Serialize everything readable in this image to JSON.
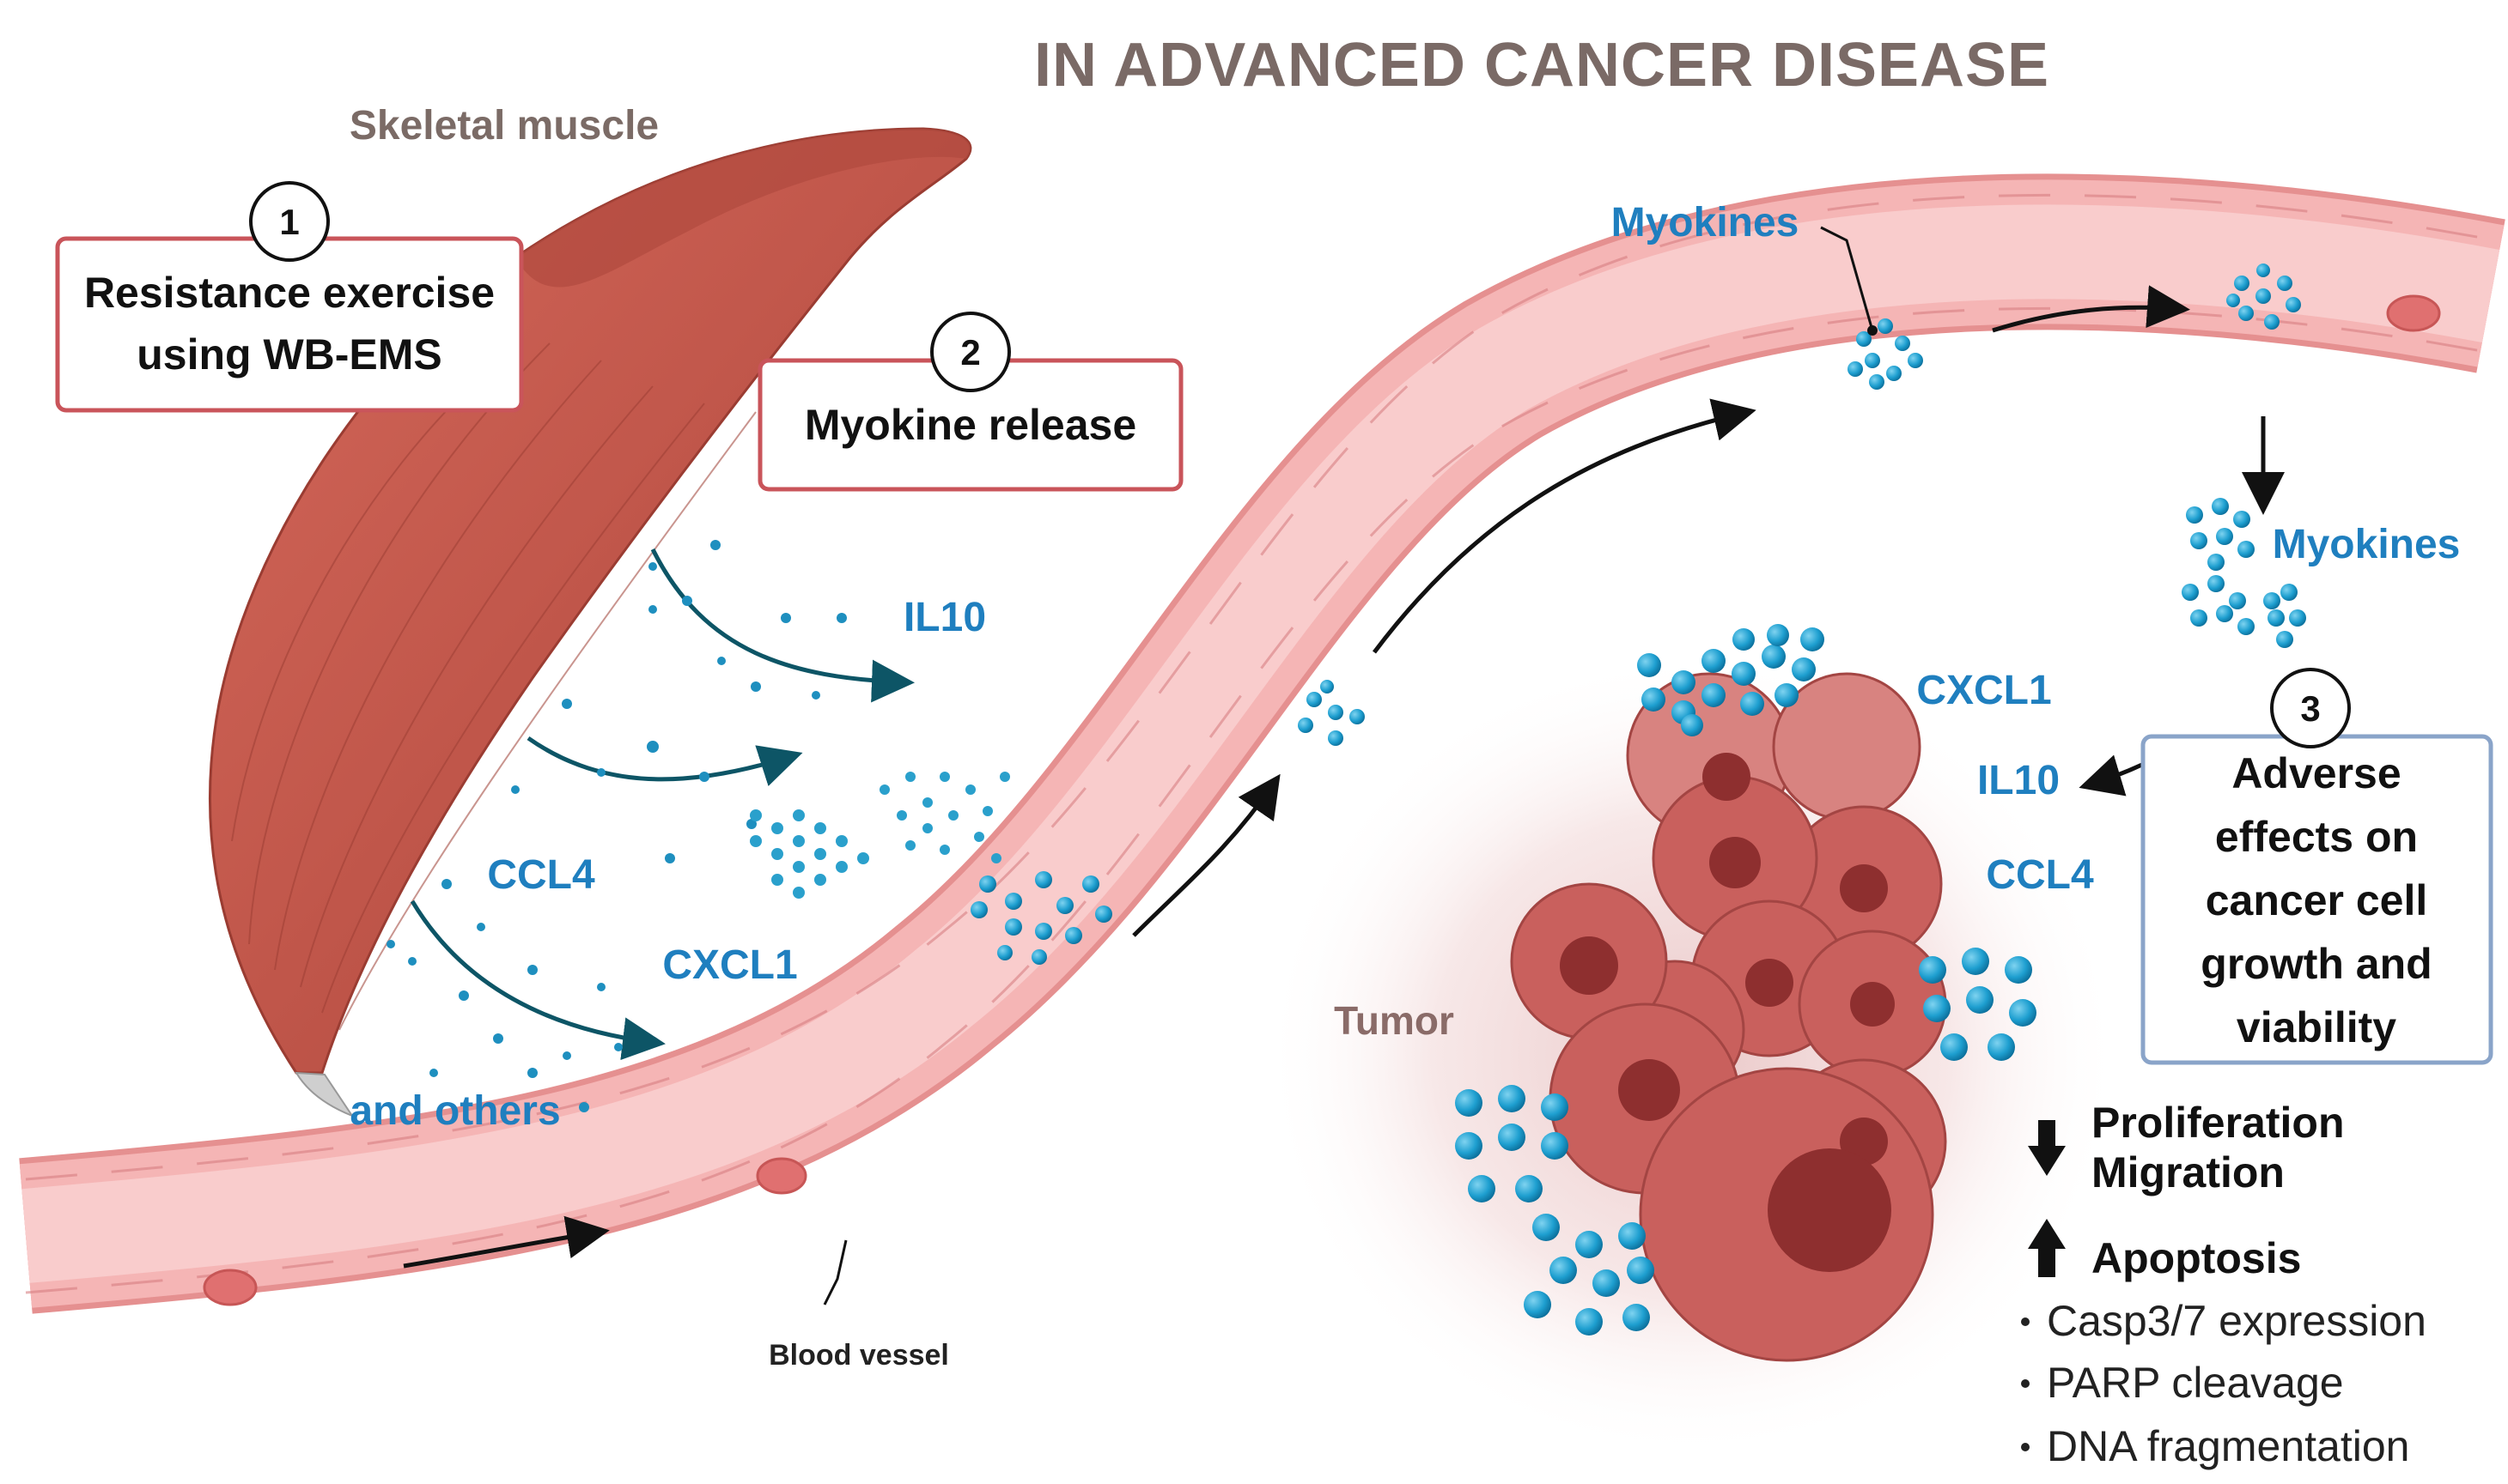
{
  "title": "IN ADVANCED CANCER DISEASE",
  "skeletal_muscle_label": "Skeletal muscle",
  "steps": [
    {
      "number": "1",
      "lines": [
        "Resistance exercise",
        "using WB-EMS"
      ]
    },
    {
      "number": "2",
      "lines": [
        "Myokine release"
      ]
    },
    {
      "number": "3",
      "lines": [
        "Adverse",
        "effects on",
        "cancer cell",
        "growth and",
        "viability"
      ]
    }
  ],
  "released_myokines": {
    "il10": "IL10",
    "ccl4": "CCL4",
    "cxcl1": "CXCL1",
    "others": "and others"
  },
  "myokines_label": "Myokines",
  "blood_vessel_label": "Blood vessel",
  "tumor_label": "Tumor",
  "tumor_myokines": {
    "cxcl1": "CXCL1",
    "il10": "IL10",
    "ccl4": "CCL4"
  },
  "effects": {
    "decrease": [
      "Proliferation",
      "Migration"
    ],
    "increase": "Apoptosis",
    "apoptosis_markers": [
      "Casp3/7 expression",
      "PARP cleavage",
      "DNA fragmentation"
    ]
  },
  "colors": {
    "accent_blue": "#1f7fbf",
    "box_border": "#c9545a",
    "box3_border": "#8aa4c9",
    "vessel": "#f5b5b5",
    "muscle": "#c0574a",
    "tumor": "#c9605d"
  }
}
